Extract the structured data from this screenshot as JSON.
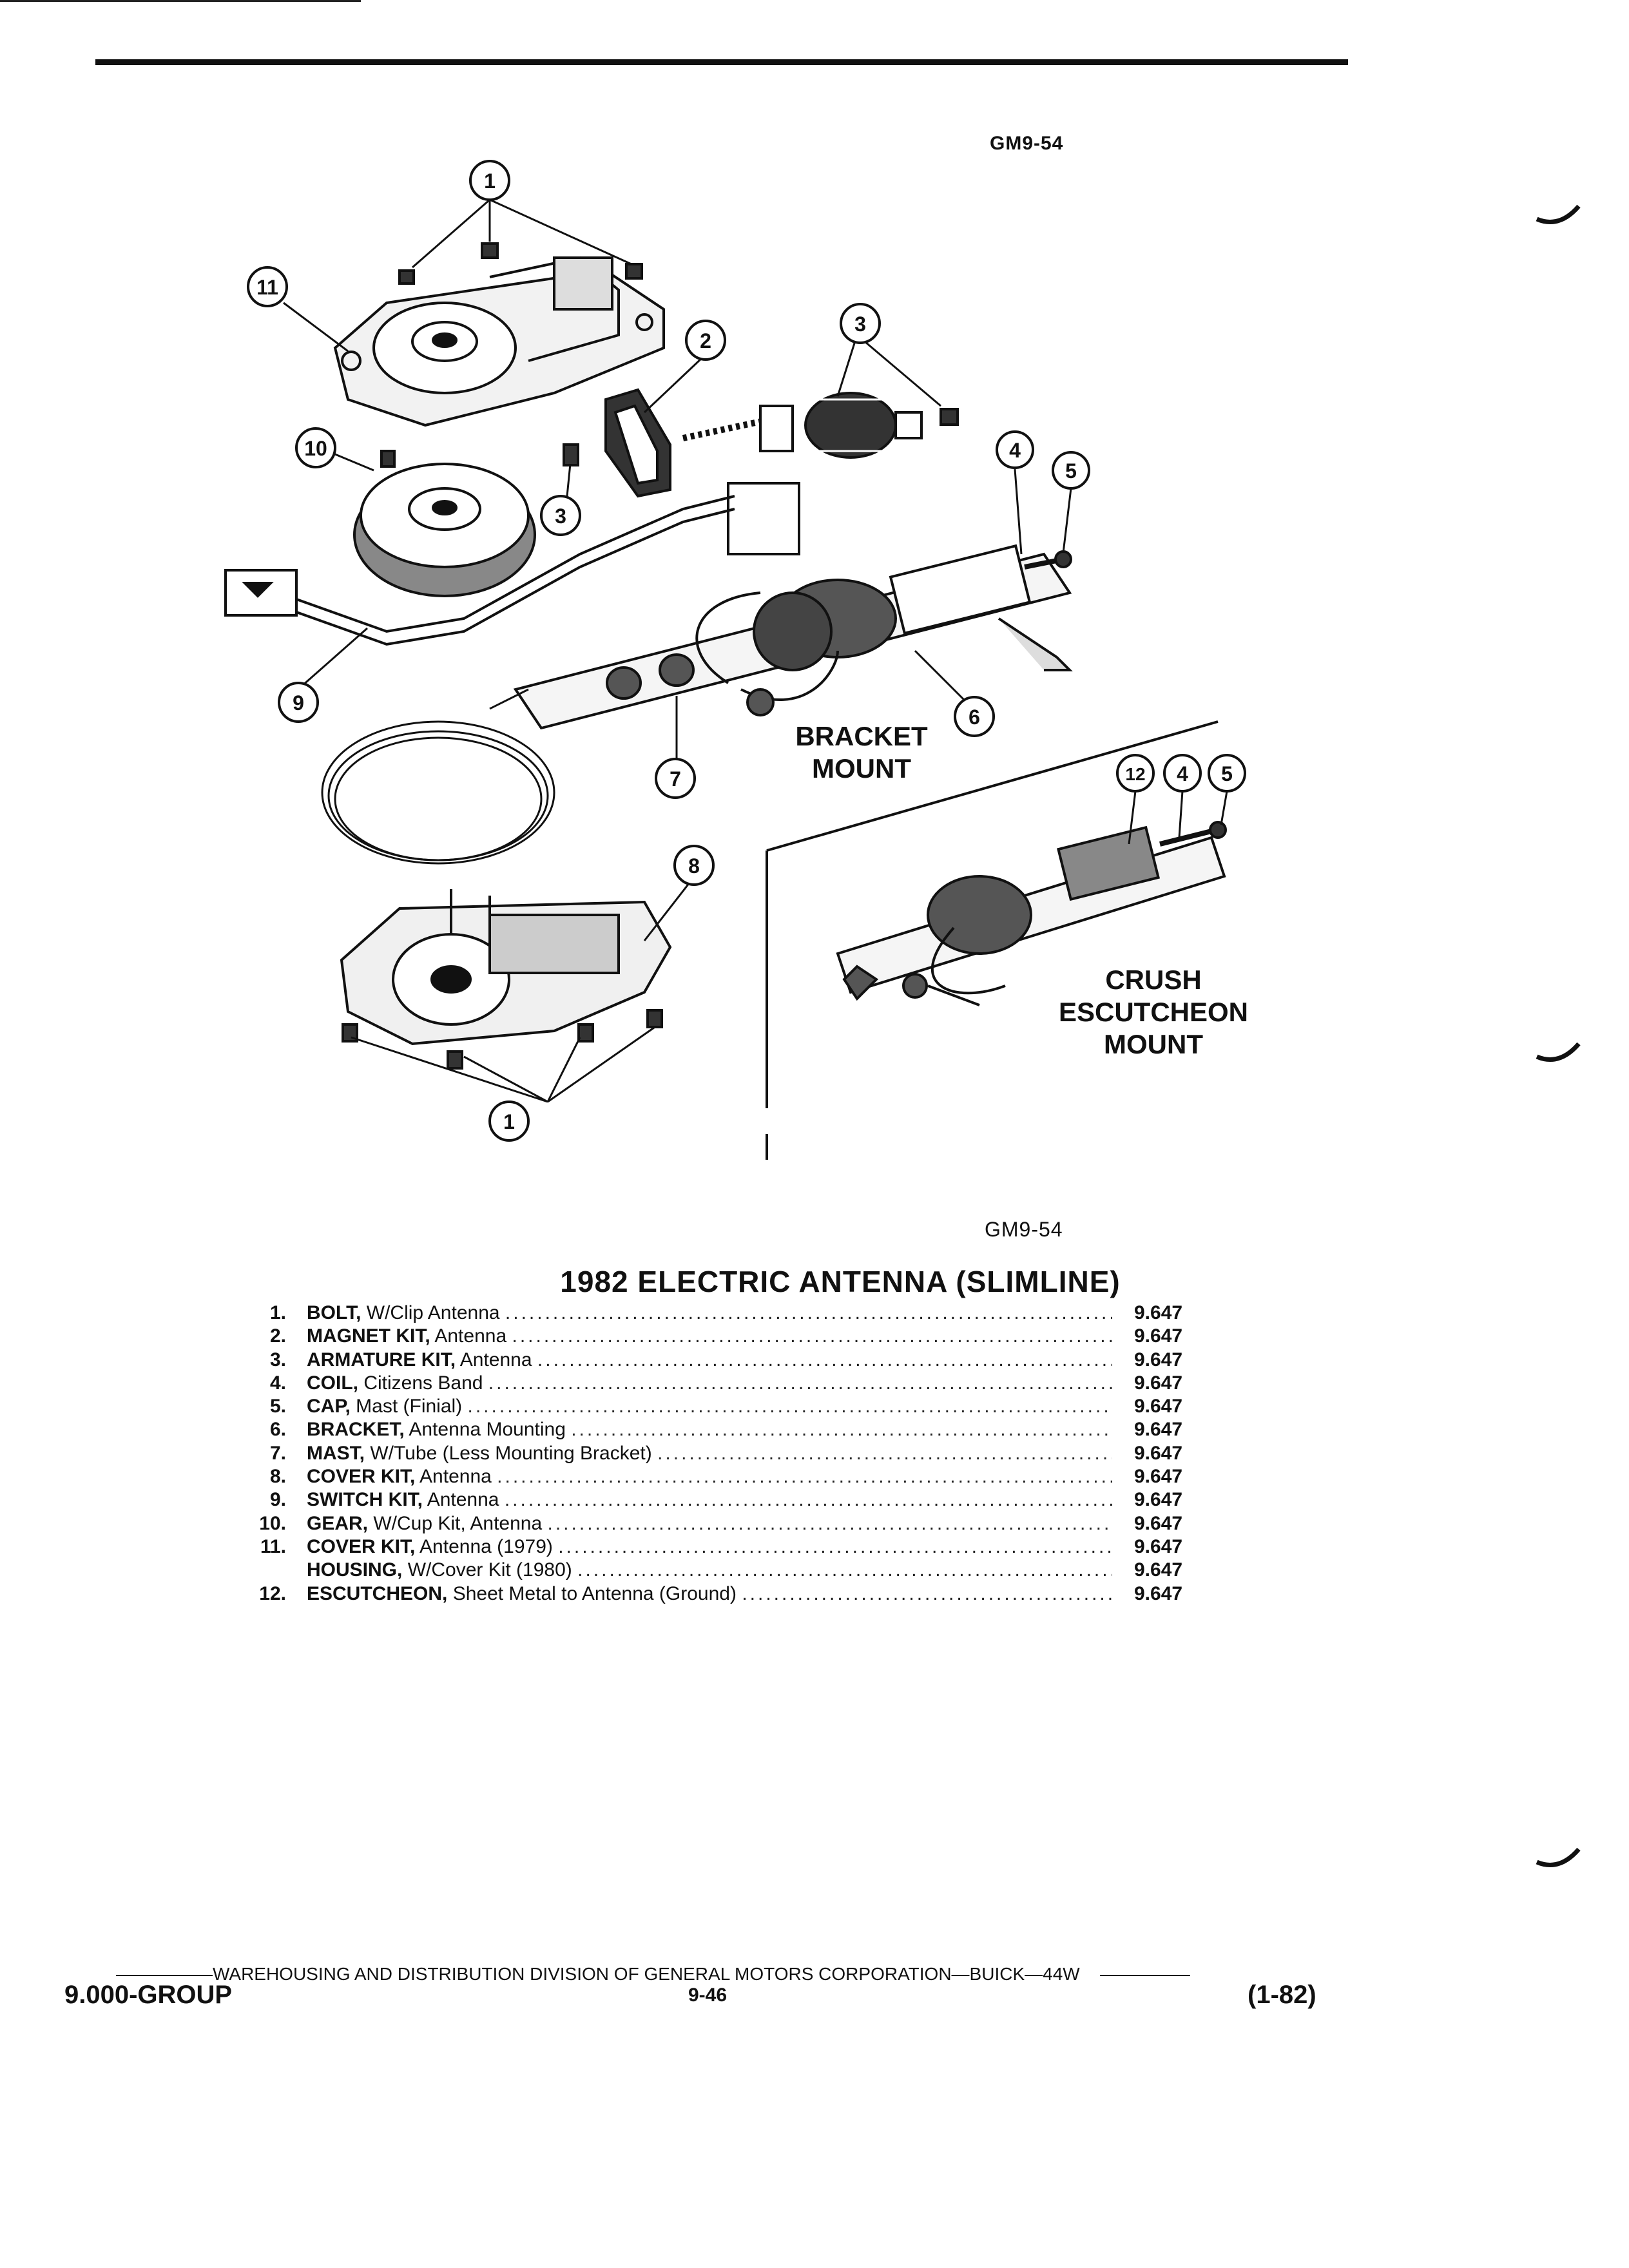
{
  "figure_code_top": "GM9-54",
  "figure_code_bottom": "GM9-54",
  "illustration": {
    "callouts": [
      "1",
      "11",
      "2",
      "3",
      "10",
      "3",
      "4",
      "5",
      "9",
      "6",
      "7",
      "12",
      "4",
      "5",
      "8",
      "1"
    ],
    "label_bracket_mount": "BRACKET\nMOUNT",
    "label_crush_mount": "CRUSH\nESCUTCHEON\nMOUNT"
  },
  "title": "1982 ELECTRIC ANTENNA (SLIMLINE)",
  "parts": [
    {
      "num": "1.",
      "name": "BOLT,",
      "detail": "W/Clip Antenna",
      "code": "9.647"
    },
    {
      "num": "2.",
      "name": "MAGNET KIT,",
      "detail": "Antenna",
      "code": "9.647"
    },
    {
      "num": "3.",
      "name": "ARMATURE KIT,",
      "detail": "Antenna",
      "code": "9.647"
    },
    {
      "num": "4.",
      "name": "COIL,",
      "detail": "Citizens Band",
      "code": "9.647"
    },
    {
      "num": "5.",
      "name": "CAP,",
      "detail": "Mast (Finial)",
      "code": "9.647"
    },
    {
      "num": "6.",
      "name": "BRACKET,",
      "detail": "Antenna Mounting",
      "code": "9.647"
    },
    {
      "num": "7.",
      "name": "MAST,",
      "detail": "W/Tube (Less Mounting Bracket)",
      "code": "9.647"
    },
    {
      "num": "8.",
      "name": "COVER KIT,",
      "detail": "Antenna",
      "code": "9.647"
    },
    {
      "num": "9.",
      "name": "SWITCH KIT,",
      "detail": "Antenna",
      "code": "9.647"
    },
    {
      "num": "10.",
      "name": "GEAR,",
      "detail": "W/Cup Kit, Antenna",
      "code": "9.647"
    },
    {
      "num": "11.",
      "name": "COVER KIT,",
      "detail": "Antenna (1979)",
      "code": "9.647"
    },
    {
      "num": "",
      "name": "HOUSING,",
      "detail": "W/Cover Kit (1980)",
      "code": "9.647"
    },
    {
      "num": "12.",
      "name": "ESCUTCHEON,",
      "detail": "Sheet Metal to Antenna (Ground)",
      "code": "9.647"
    }
  ],
  "footer": {
    "line": "WAREHOUSING AND DISTRIBUTION  DIVISION OF GENERAL MOTORS CORPORATION—BUICK—44W",
    "group": "9.000-GROUP",
    "page": "9-46",
    "date": "(1-82)"
  }
}
